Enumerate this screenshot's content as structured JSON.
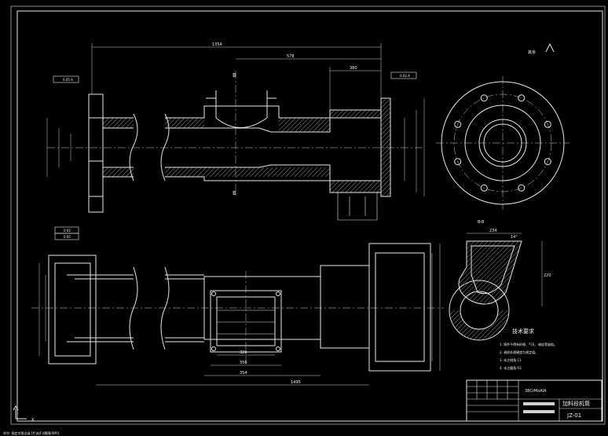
{
  "drawing": {
    "section_label_top": "B",
    "section_label_bottom": "B",
    "section_view_title": "B-B",
    "roughness_note": "其余",
    "tech_title": "技术要求",
    "tech_items": [
      "1.  铸件不得有砂眼、气孔、缩松等缺陷。",
      "2.  调质处理硬度为规定值。",
      "3.  未注倒角 C1",
      "4.  未注圆角 R3"
    ],
    "material": "38CrMoAlA",
    "part_name": "加料段机筒",
    "drawing_no": "JZ-01",
    "dims": {
      "top_overall": "1354",
      "top_mid": "578",
      "top_right": "380",
      "bottom_overall": "1495",
      "bottom_window": "354",
      "bottom_window2": "350",
      "bottom_window3": "328",
      "bb_width": "234",
      "bb_angle": "14°",
      "bb_height": "220",
      "tol_left": "0.05 A",
      "tol_mid": "0.02 A",
      "tol_low1": "0.02",
      "tol_low2": "0.05"
    },
    "cmd_line": "命令: 指定对角点或 [栏选(F)/圈围(WP)]:"
  }
}
